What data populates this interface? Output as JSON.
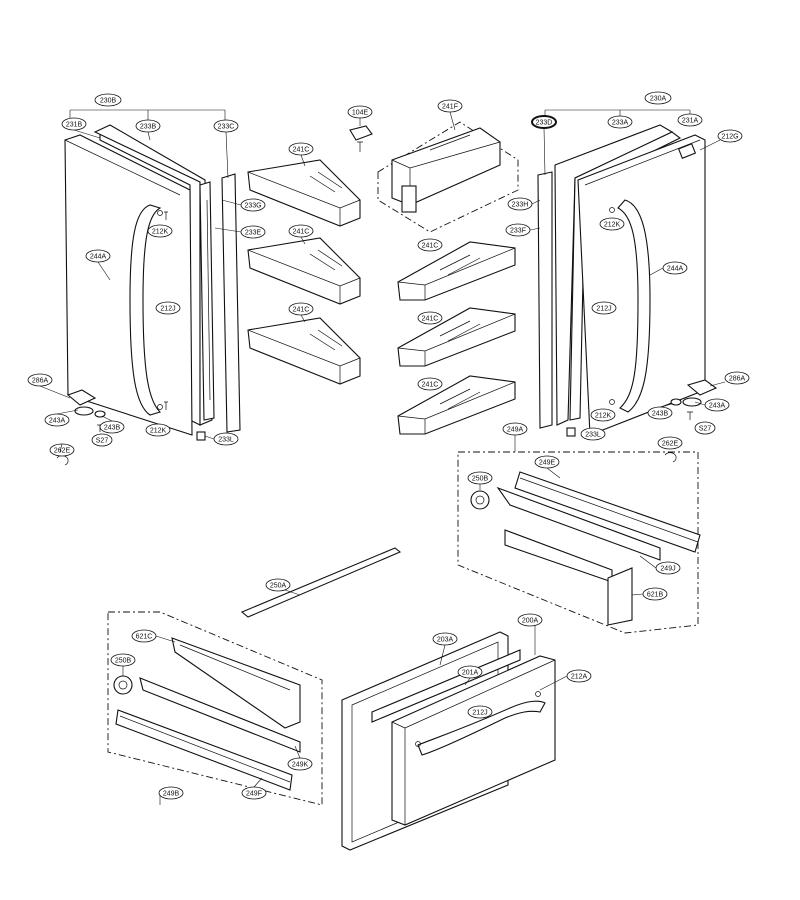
{
  "labels": {
    "l230B": "230B",
    "l231B": "231B",
    "l233B": "233B",
    "l233C": "233C",
    "l233G": "233G",
    "l233E": "233E",
    "l212K_a": "212K",
    "l244A_l": "244A",
    "l212J_l": "212J",
    "l286A_l": "286A",
    "l243A_l": "243A",
    "l243B_l": "243B",
    "lS27_l": "S27",
    "l262E_l": "262E",
    "l212K_b": "212K",
    "l233L_l": "233L",
    "l104E": "104E",
    "l241F": "241F",
    "l241C_1": "241C",
    "l241C_2": "241C",
    "l241C_3": "241C",
    "l241C_4": "241C",
    "l241C_5": "241C",
    "l241C_6": "241C",
    "l230A": "230A",
    "l233D": "233D",
    "l233A": "233A",
    "l231A": "231A",
    "l212G": "212G",
    "l233H": "233H",
    "l233F": "233F",
    "l212K_c": "212K",
    "l212J_r": "212J",
    "l244A_r": "244A",
    "l286A_r": "286A",
    "l243B_r": "243B",
    "l243A_r": "243A",
    "lS27_r": "S27",
    "l212K_d": "212K",
    "l233L_r": "233L",
    "l262E_r": "262E",
    "l249A": "249A",
    "l249E": "249E",
    "l250B_r": "250B",
    "l249J": "249J",
    "l621B": "621B",
    "l250A": "250A",
    "l621C": "621C",
    "l250B_l": "250B",
    "l249K": "249K",
    "l249B": "249B",
    "l249F": "249F",
    "l203A": "203A",
    "l200A": "200A",
    "l201A": "201A",
    "l212A": "212A",
    "l212J_d": "212J"
  },
  "colors": {
    "line": "#111111",
    "background": "#ffffff"
  }
}
